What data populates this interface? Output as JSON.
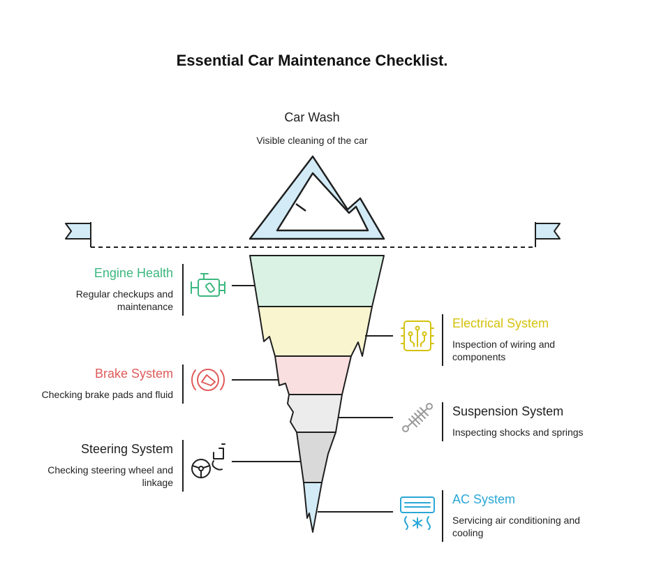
{
  "title": "Essential Car Maintenance Checklist.",
  "tip": {
    "label": "Car Wash",
    "description": "Visible cleaning of the car"
  },
  "layers": [
    {
      "label": "Engine Health",
      "description": "Regular checkups and maintenance",
      "color": "#3bb77e",
      "fill": "#d9f2e4",
      "icon": "engine-icon",
      "side": "left"
    },
    {
      "label": "Electrical System",
      "description": "Inspection of wiring and components",
      "color": "#d4c10c",
      "fill": "#f8f5cf",
      "icon": "circuit-board-icon",
      "side": "right"
    },
    {
      "label": "Brake System",
      "description": "Checking brake pads and fluid",
      "color": "#e05a5a",
      "fill": "#f9dfe0",
      "icon": "brake-warning-icon",
      "side": "left"
    },
    {
      "label": "Suspension System",
      "description": "Inspecting shocks and springs",
      "color": "#1f1f1f",
      "fill": "#ececec",
      "icon": "shock-absorber-icon",
      "side": "right"
    },
    {
      "label": "Steering System",
      "description": "Checking steering wheel and linkage",
      "color": "#1f1f1f",
      "fill": "#d9d9d9",
      "icon": "steering-wheel-icon",
      "side": "left"
    },
    {
      "label": "AC System",
      "description": "Servicing air conditioning and cooling",
      "color": "#2aa7d6",
      "fill": "#d2ebf7",
      "icon": "air-conditioner-icon",
      "side": "right"
    }
  ]
}
